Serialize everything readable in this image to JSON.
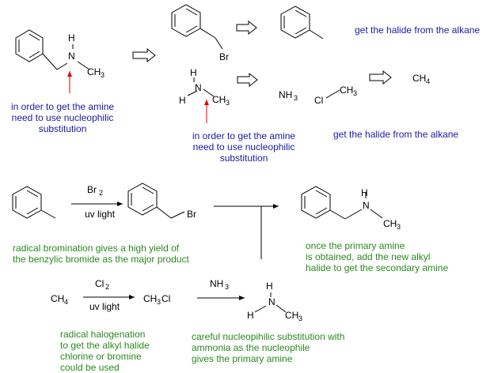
{
  "atoms": {
    "H": "H",
    "N": "N",
    "CH": "CH",
    "three": "3",
    "Br": "Br",
    "Cl": "Cl",
    "CH3Cl_prefix": "CH",
    "CH3Cl_suffix": "Cl",
    "NH": "NH",
    "C": "C",
    "H4": "H",
    "four": "4",
    "two": "2"
  },
  "reagents": {
    "br2": "Br",
    "uv1": "uv light",
    "cl2": "Cl",
    "uv2": "uv light",
    "nh3": "NH"
  },
  "notes": {
    "amine_note_1": [
      "in order to get the amine",
      "need to use nucleophilic",
      "substitution"
    ],
    "amine_note_2": [
      "in order to get the amine",
      "need to use nucleophilic",
      "substitution"
    ],
    "halide_note_1": "get the halide from the alkane",
    "halide_note_2": "get the halide from the alkane",
    "bromination_note": [
      "radical bromination gives a high yield of",
      "the benzylic bromide as the major product"
    ],
    "secondary_amine_note": [
      "once the primary amine",
      "is obtained, add the new alkyl",
      "halide to get the secondary amine"
    ],
    "halogenation_note": [
      "radical halogenation",
      "to get the alkyl halide",
      "chlorine or bromine",
      "could be used"
    ],
    "ammonia_note": [
      "careful nucleopihilic substitution with",
      "ammonia as the nucleophile",
      "gives the primary amine"
    ]
  },
  "colors": {
    "blue_text": "#1a1aa6",
    "green_text": "#2a8a1e",
    "red_arrow": "#e00000",
    "bond": "#000000"
  }
}
